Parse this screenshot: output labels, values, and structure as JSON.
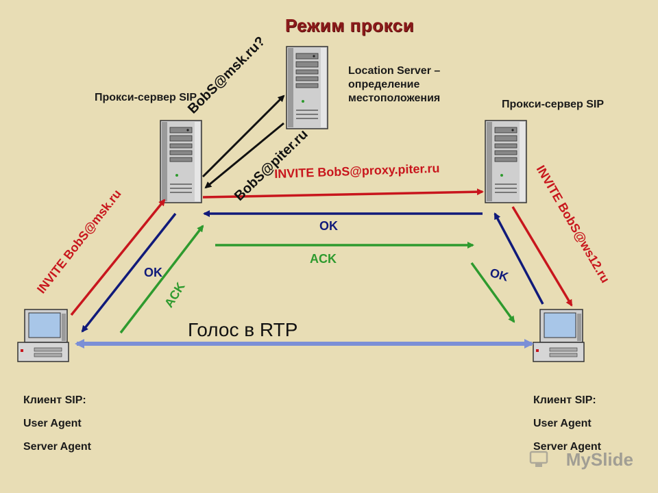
{
  "title": "Режим прокси",
  "nodes": {
    "location_server": {
      "label_lines": [
        "Location Server –",
        "определение",
        "местоположения"
      ]
    },
    "proxy_left": {
      "label": "Прокси-сервер SIP"
    },
    "proxy_right": {
      "label": "Прокси-сервер SIP"
    },
    "client_left": {
      "lines": [
        "Клиент SIP:",
        "User Agent",
        "Server Agent"
      ]
    },
    "client_right": {
      "lines": [
        "Клиент SIP:",
        "User Agent",
        "Server Agent"
      ]
    }
  },
  "messages": {
    "query": "BobS@msk.ru?",
    "reply": "BobS@piter.ru",
    "invite_proxy": "INVITE BobS@proxy.piter.ru",
    "invite_left": "INVITE BobS@msk.ru",
    "invite_right": "INVITE BobS@ws12.ru",
    "ok_middle": "OK",
    "ack_middle": "ACK",
    "ok_left": "OK",
    "ack_left": "ACK",
    "ok_right": "OK",
    "voice": "Голос в RTP"
  },
  "watermark": "MySlide",
  "colors": {
    "background": "#e8ddb5",
    "invite": "#c8161d",
    "ok": "#101a7a",
    "ack": "#2e9a2e",
    "rtp": "#7b8fd6",
    "title": "#8b1a1a"
  }
}
